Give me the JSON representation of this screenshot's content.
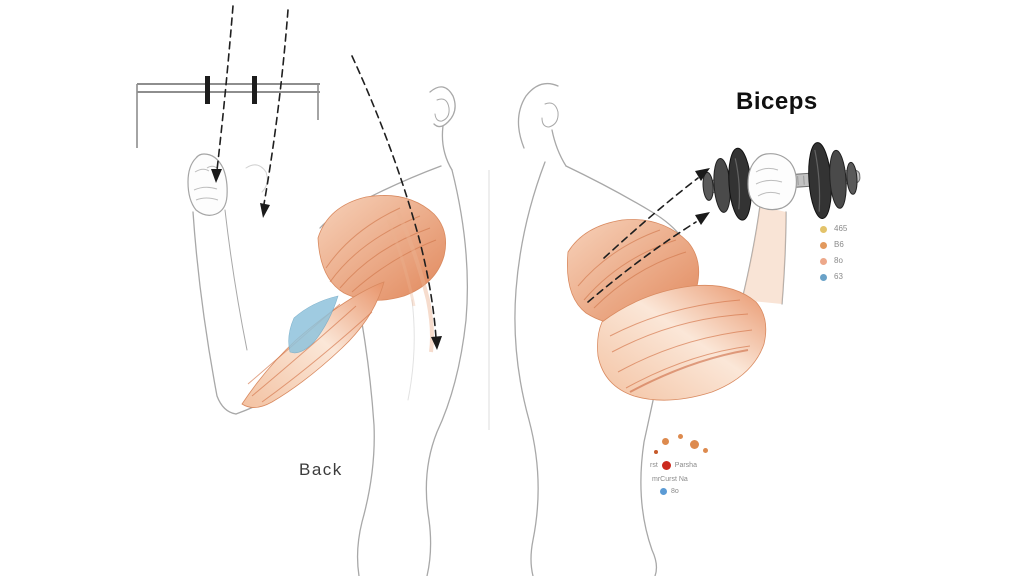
{
  "labels": {
    "biceps_title": "Biceps",
    "back_caption": "Back"
  },
  "legend_right": {
    "items": [
      {
        "label": "465",
        "color": "#e3c36a"
      },
      {
        "label": "B6",
        "color": "#e2995e"
      },
      {
        "label": "8o",
        "color": "#eda88a"
      },
      {
        "label": "63",
        "color": "#6aa2c8"
      }
    ]
  },
  "legend_bottom": {
    "scatter": {
      "primary": "#dd8a4e",
      "dark": "#c65a2a"
    },
    "row1_left": "rst",
    "row1_dot": "#cc2a1e",
    "row1_right": "Parsha",
    "row2_text": "mrCurst Na",
    "row3_dot": "#5b9bd5",
    "row3_text": "8o"
  },
  "palette": {
    "muscle_light": "#f6cbb0",
    "muscle_deep": "#e1885c",
    "fiber": "#cf7448",
    "highlight_blue": "#8fc3dc",
    "sketch_line": "#a8a8a8",
    "arrow": "#1f1f1f",
    "dumbbell_plate": "#333333",
    "dumbbell_handle": "#c2c2c2"
  }
}
